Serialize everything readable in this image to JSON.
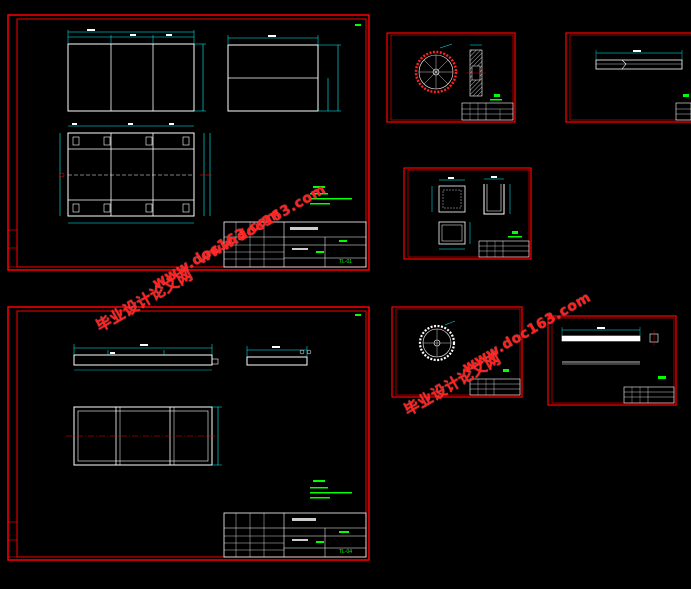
{
  "sheets": [
    {
      "id": "sheet-1",
      "drawing_no": "TL-01"
    },
    {
      "id": "sheet-2",
      "drawing_no": "TL-04"
    }
  ],
  "watermarks": [
    {
      "text_cn": "毕业设计论文网",
      "text_url": "www.doc163.com"
    },
    {
      "text_cn": "毕业设计论文网",
      "text_url": "www.doc163.com"
    },
    {
      "text_url": "www.doc163.com"
    }
  ],
  "colors": {
    "background": "#000000",
    "frame": "#ff0000",
    "geometry": "#ffffff",
    "dimension": "#00ffff",
    "note": "#00ff00",
    "watermark": "#ff2020"
  }
}
